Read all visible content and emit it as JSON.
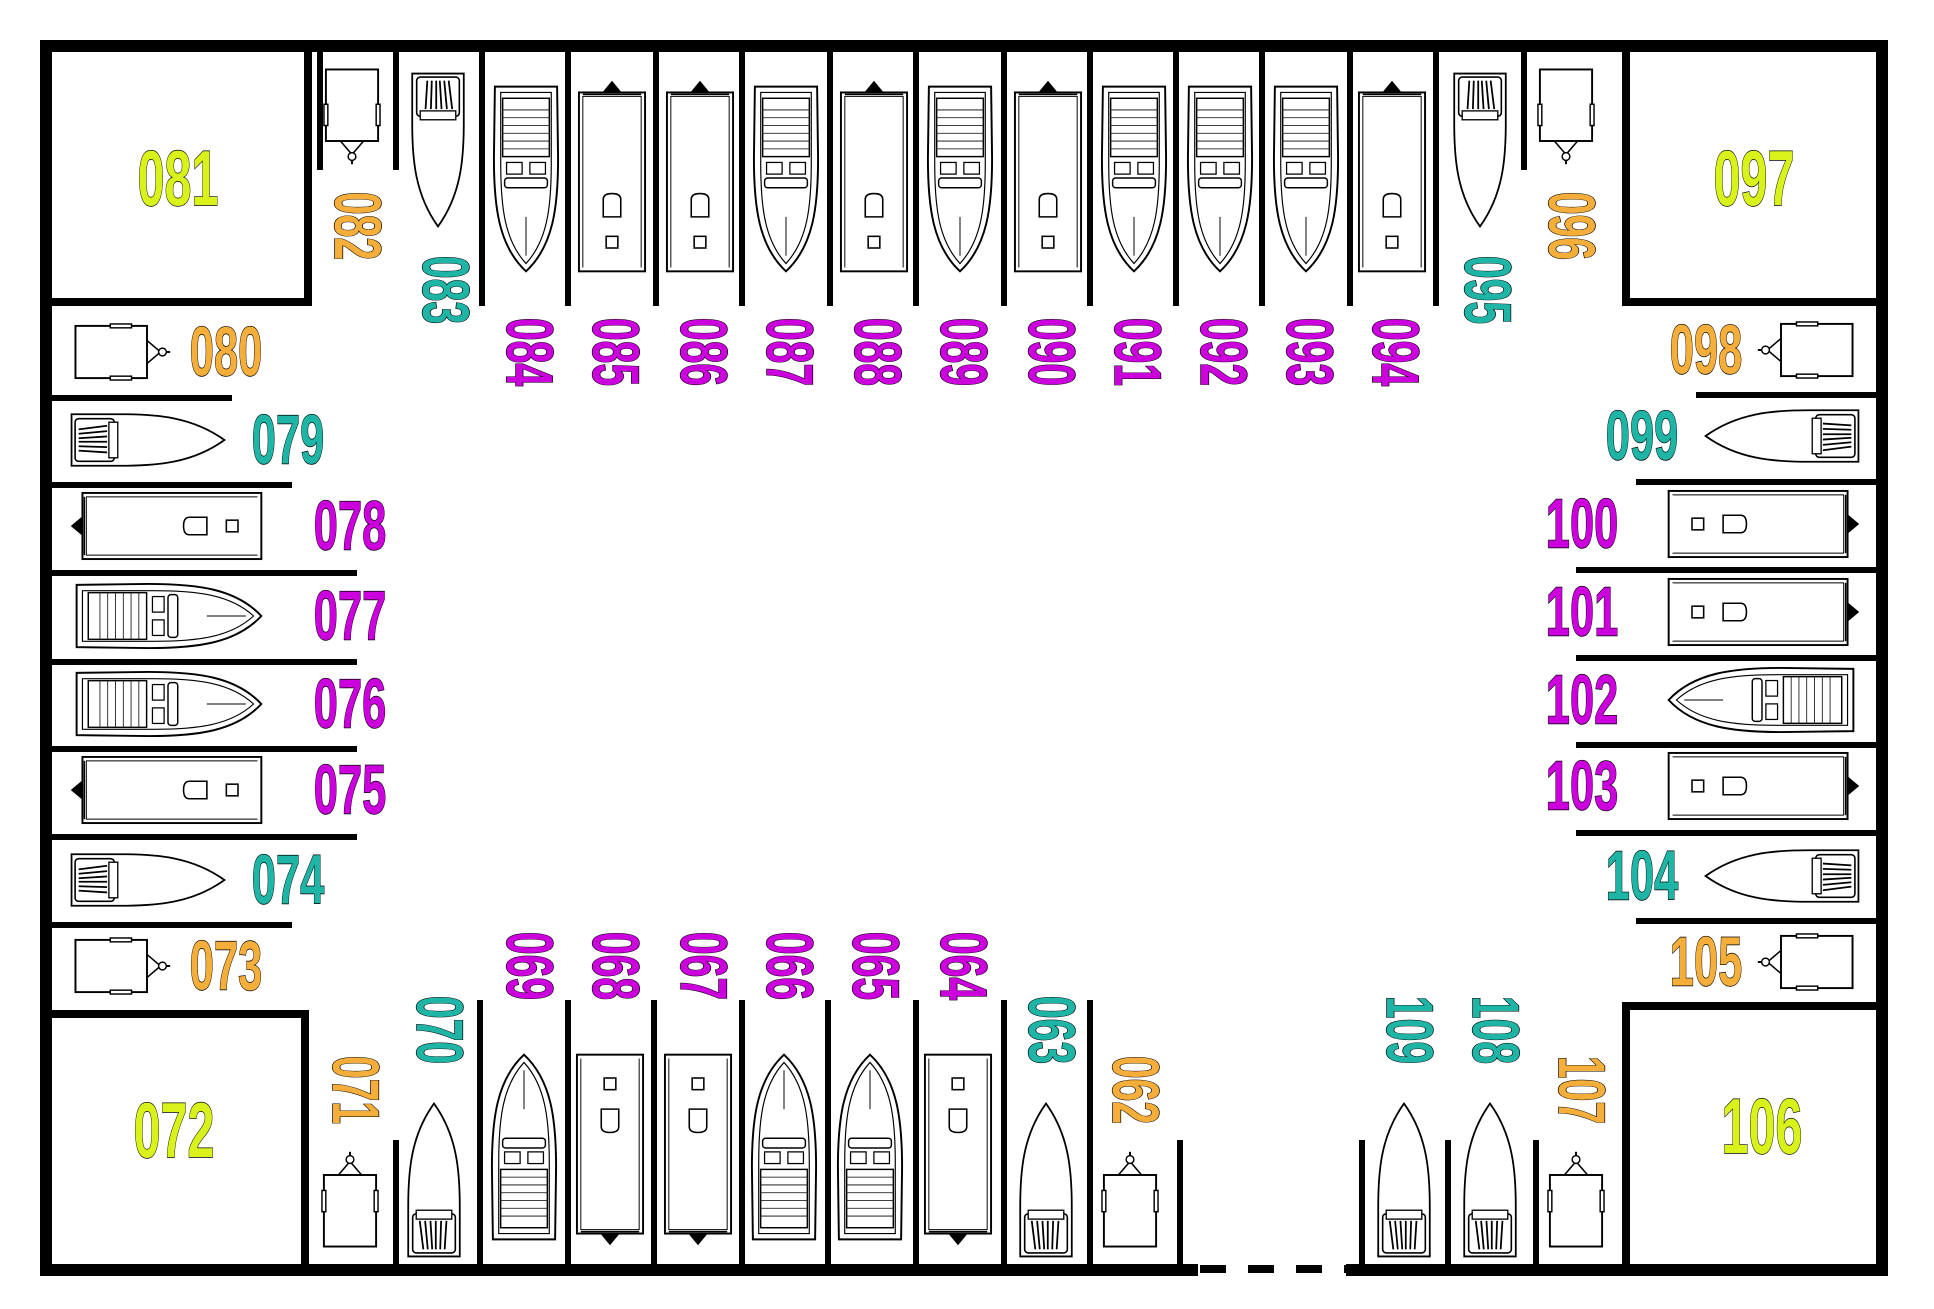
{
  "colors": {
    "corner": "#d9f21a",
    "trailer": "#f6ae3b",
    "small_boat": "#1fb5a6",
    "large_slip": "#cc00dd",
    "wall": "#000000"
  },
  "corners": [
    {
      "label": "081",
      "kind": "corner"
    },
    {
      "label": "097",
      "kind": "corner"
    },
    {
      "label": "072",
      "kind": "corner"
    },
    {
      "label": "106",
      "kind": "corner"
    }
  ],
  "top_row": [
    {
      "label": "082",
      "vessel": "trailer"
    },
    {
      "label": "083",
      "vessel": "small-boat"
    },
    {
      "label": "084",
      "vessel": "speedboat"
    },
    {
      "label": "085",
      "vessel": "pontoon"
    },
    {
      "label": "086",
      "vessel": "pontoon"
    },
    {
      "label": "087",
      "vessel": "speedboat"
    },
    {
      "label": "088",
      "vessel": "pontoon"
    },
    {
      "label": "089",
      "vessel": "speedboat"
    },
    {
      "label": "090",
      "vessel": "pontoon"
    },
    {
      "label": "091",
      "vessel": "speedboat"
    },
    {
      "label": "092",
      "vessel": "speedboat"
    },
    {
      "label": "093",
      "vessel": "speedboat"
    },
    {
      "label": "094",
      "vessel": "pontoon"
    },
    {
      "label": "095",
      "vessel": "small-boat"
    },
    {
      "label": "096",
      "vessel": "trailer"
    }
  ],
  "left_column": [
    {
      "label": "080",
      "vessel": "trailer"
    },
    {
      "label": "079",
      "vessel": "small-boat"
    },
    {
      "label": "078",
      "vessel": "pontoon"
    },
    {
      "label": "077",
      "vessel": "speedboat"
    },
    {
      "label": "076",
      "vessel": "speedboat"
    },
    {
      "label": "075",
      "vessel": "pontoon"
    },
    {
      "label": "074",
      "vessel": "small-boat"
    },
    {
      "label": "073",
      "vessel": "trailer"
    }
  ],
  "right_column": [
    {
      "label": "098",
      "vessel": "trailer"
    },
    {
      "label": "099",
      "vessel": "small-boat"
    },
    {
      "label": "100",
      "vessel": "pontoon"
    },
    {
      "label": "101",
      "vessel": "pontoon"
    },
    {
      "label": "102",
      "vessel": "speedboat"
    },
    {
      "label": "103",
      "vessel": "pontoon"
    },
    {
      "label": "104",
      "vessel": "small-boat"
    },
    {
      "label": "105",
      "vessel": "trailer"
    }
  ],
  "bottom_row": [
    {
      "label": "071",
      "vessel": "trailer"
    },
    {
      "label": "070",
      "vessel": "small-boat"
    },
    {
      "label": "069",
      "vessel": "speedboat"
    },
    {
      "label": "068",
      "vessel": "pontoon"
    },
    {
      "label": "067",
      "vessel": "pontoon"
    },
    {
      "label": "066",
      "vessel": "speedboat"
    },
    {
      "label": "065",
      "vessel": "speedboat"
    },
    {
      "label": "064",
      "vessel": "pontoon"
    },
    {
      "label": "063",
      "vessel": "small-boat"
    },
    {
      "label": "062",
      "vessel": "trailer"
    },
    {
      "label": "109",
      "vessel": "small-boat"
    },
    {
      "label": "108",
      "vessel": "small-boat"
    },
    {
      "label": "107",
      "vessel": "trailer"
    }
  ]
}
